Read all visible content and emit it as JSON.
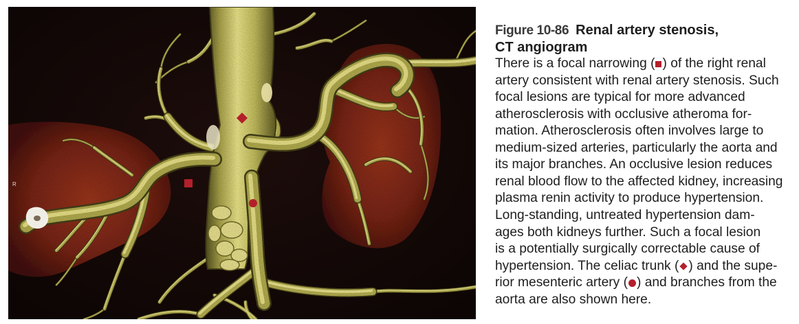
{
  "figure": {
    "number": "Figure 10-86",
    "title_line_1": "Renal artery stenosis,",
    "title_line_2": "CT angiogram",
    "body_lines": [
      [
        "There is a focal narrowing (",
        ") of the right renal"
      ],
      [
        "artery consistent with renal artery stenosis. Such"
      ],
      [
        "focal lesions are typical for more advanced"
      ],
      [
        "atherosclerosis with occlusive atheroma for-"
      ],
      [
        "mation. Atherosclerosis often involves large to"
      ],
      [
        "medium-sized arteries, particularly the aorta and"
      ],
      [
        "its major branches. An occlusive lesion reduces"
      ],
      [
        "renal blood flow to the affected kidney, increasing"
      ],
      [
        "plasma renin activity to produce hypertension."
      ],
      [
        "Long-standing, untreated hypertension dam-"
      ],
      [
        "ages both kidneys further. Such a focal lesion"
      ],
      [
        "is a potentially surgically correctable cause of"
      ],
      [
        "hypertension. The celiac trunk (",
        ") and the supe-"
      ],
      [
        "rior mesenteric artery (",
        ") and branches from the"
      ],
      [
        "aorta are also shown here."
      ]
    ]
  },
  "image": {
    "side_label": "R",
    "markers": [
      "square-marker-icon",
      "diamond-marker-icon",
      "circle-marker-icon"
    ]
  },
  "colors": {
    "marker": "#b3202b",
    "text": "#1e1e1e",
    "image_background": "#120808"
  }
}
